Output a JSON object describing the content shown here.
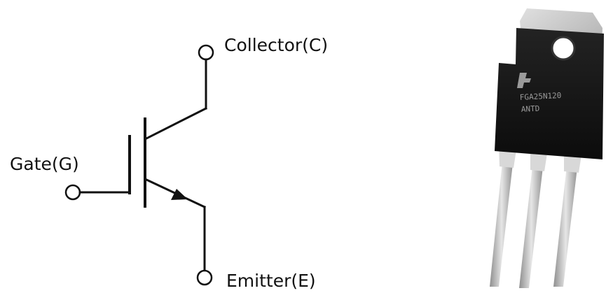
{
  "symbol": {
    "collector_label": "Collector(C)",
    "gate_label": "Gate(G)",
    "emitter_label": "Emitter(E)"
  },
  "package_photo": {
    "marking_lines": [
      "FGA25N120",
      "ANTD"
    ]
  },
  "colors": {
    "line": "#111111",
    "package_body": "#151515",
    "tab_metal": "#cfcfcf",
    "lead_metal": "#bdbdbd"
  }
}
